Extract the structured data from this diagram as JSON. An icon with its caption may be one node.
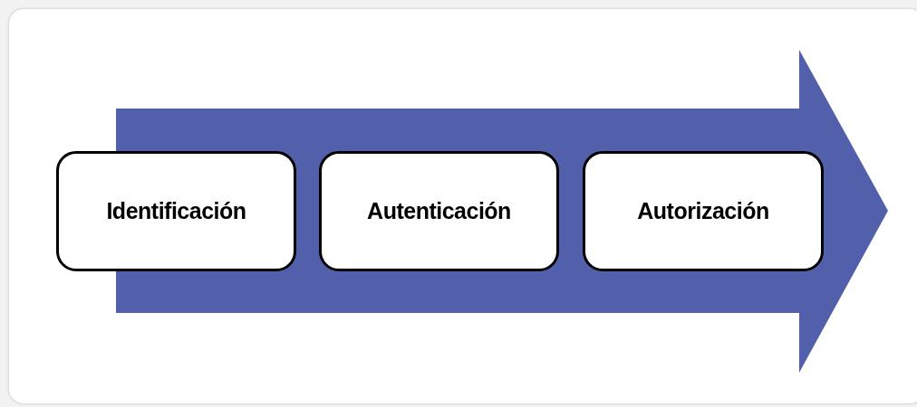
{
  "diagram": {
    "nodes": [
      {
        "text": [
          "Identificación"
        ]
      },
      {
        "text": [
          "Autenticación"
        ]
      },
      {
        "text": [
          "Autorización"
        ]
      }
    ]
  }
}
